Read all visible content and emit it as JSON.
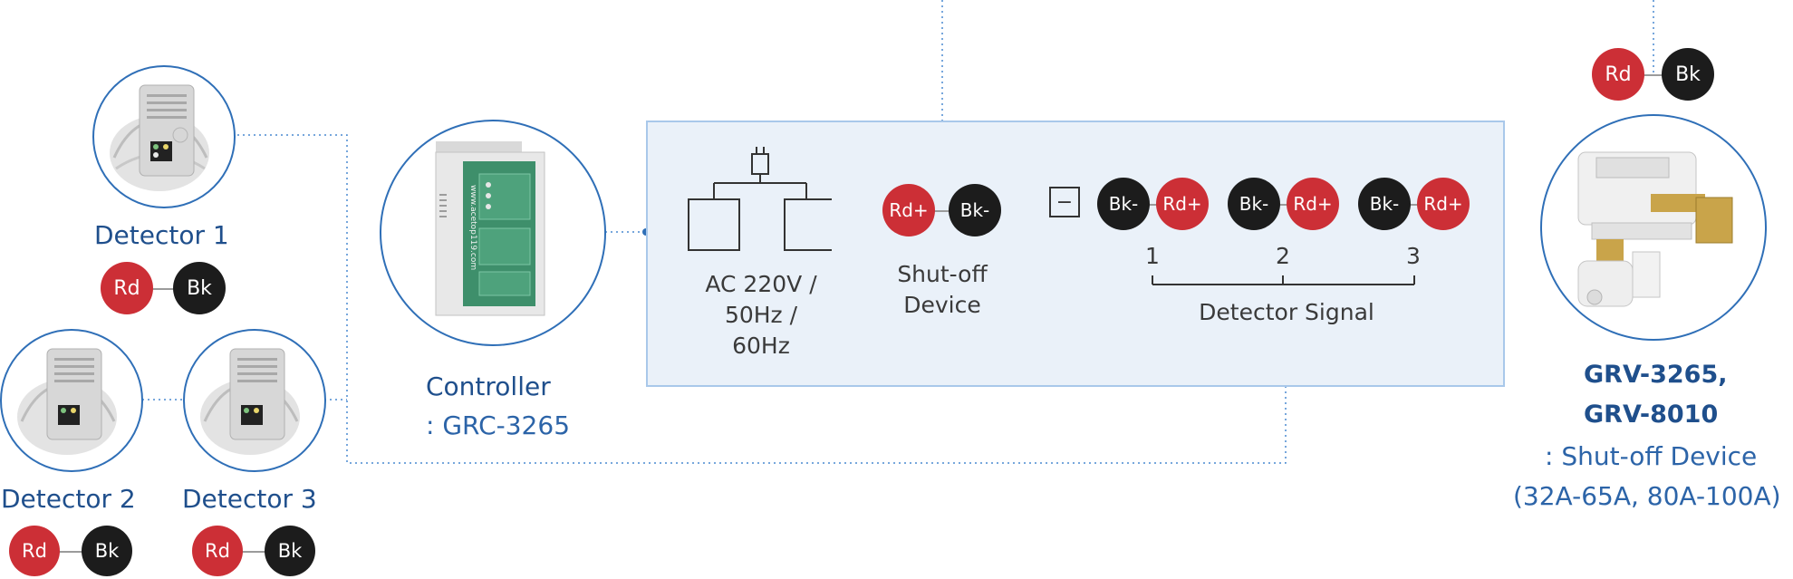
{
  "detector1": {
    "label": "Detector 1",
    "wire": {
      "red": "Rd",
      "black": "Bk"
    }
  },
  "detector2": {
    "label": "Detector 2",
    "wire": {
      "red": "Rd",
      "black": "Bk"
    }
  },
  "detector3": {
    "label": "Detector 3",
    "wire": {
      "red": "Rd",
      "black": "Bk"
    }
  },
  "controller": {
    "label": "Controller",
    "model": ": GRC-3265"
  },
  "panel": {
    "power": {
      "label_line1": "AC 220V /",
      "label_line2": "50Hz /",
      "label_line3": "60Hz"
    },
    "shutoff": {
      "plus": "Rd+",
      "minus": "Bk-",
      "label_line1": "Shut-off",
      "label_line2": "Device"
    },
    "minus_symbol": "−",
    "detector_signal": {
      "terminals": [
        {
          "number": "1",
          "minus": "Bk-",
          "plus": "Rd+"
        },
        {
          "number": "2",
          "minus": "Bk-",
          "plus": "Rd+"
        },
        {
          "number": "3",
          "minus": "Bk-",
          "plus": "Rd+"
        }
      ],
      "label": "Detector Signal"
    }
  },
  "shutoff_device": {
    "wire": {
      "red": "Rd",
      "black": "Bk"
    },
    "model_line1": "GRV-3265,",
    "model_line2": "GRV-8010",
    "desc_line1": ": Shut-off Device",
    "desc_line2": "(32A-65A, 80A-100A)"
  },
  "colors": {
    "accent_blue": "#2f6fb7",
    "wire_red": "#cc2f36",
    "wire_black": "#1c1c1c",
    "panel_bg": "#eaf1f9"
  }
}
